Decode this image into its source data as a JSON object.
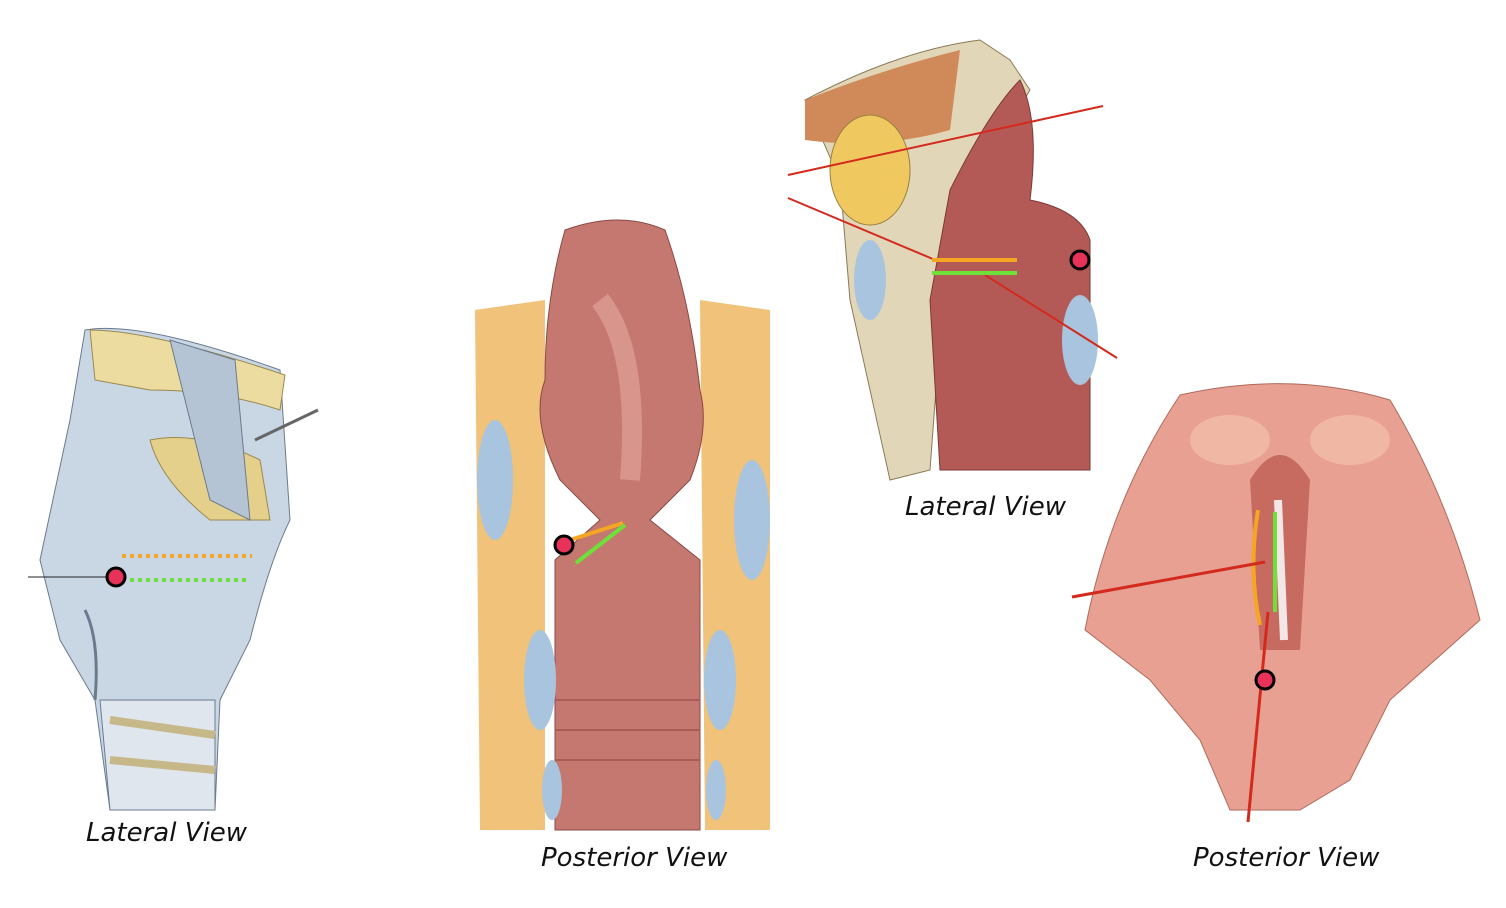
{
  "captions": {
    "fig1": "Lateral View",
    "fig2": "Posterior View",
    "fig3": "Lateral View",
    "fig4": "Posterior View"
  },
  "colors": {
    "marker": "#e8325a",
    "orange_line": "#f5a623",
    "green_line": "#6ee03a",
    "red_line": "#d42a1e",
    "tissue": "#b86a62",
    "cartilage": "#a9c4de",
    "fat": "#f0c27a"
  }
}
